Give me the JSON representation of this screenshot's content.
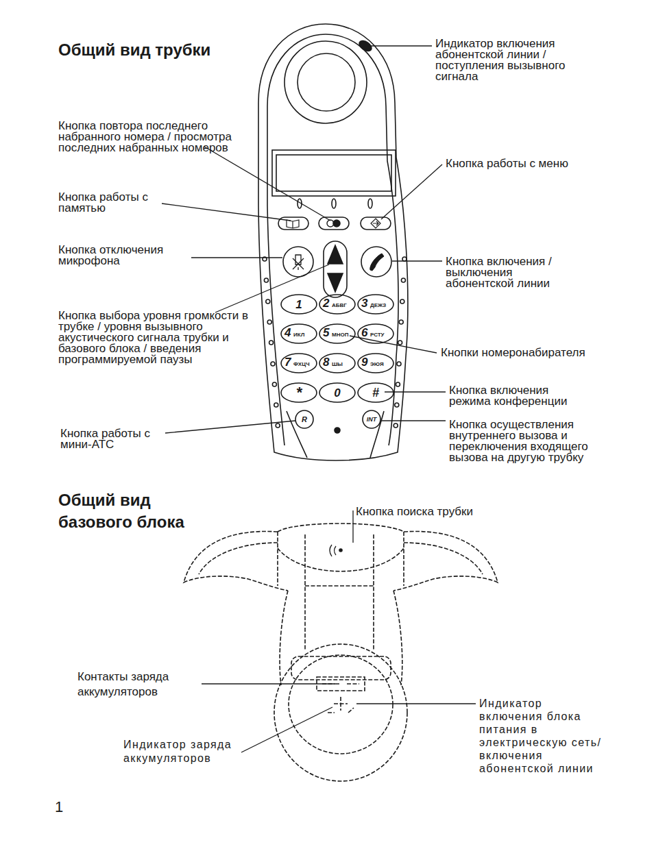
{
  "diagram": {
    "labels": [
      "Общий вид трубки",
      "Индикатор включения абонентской линии / поступления вызывного сигнала",
      "Кнопка повтора последнего набранного номера / просмотра последних набранных номеров",
      "Кнопка работы с памятью",
      "Кнопка работы с меню",
      "Кнопка отключения микрофона",
      "Кнопка включения / выключения абонентской линии",
      "Кнопка выбора уровня громкости в трубке / уровня вызывного акустического сигнала трубки и базового блока / введения программируемой паузы",
      "Кнопки номеронабирателя",
      "Кнопка включения режима конференции",
      "Кнопка работы с мини-АТС",
      "Кнопка осуществления внутреннего вызова и переключения входящего вызова на другую трубку",
      "1",
      "2",
      "АБВГ",
      "3",
      "ДЕЖЗ",
      "4",
      "ИКЛ",
      "5",
      "МНОП",
      "6",
      "РСТУ",
      "7",
      "ФХЦЧ",
      "8",
      "ШЫ",
      "9",
      "ЭЮЯ",
      "*",
      "0",
      "#",
      "R",
      "INT",
      "Общий вид базового блока",
      "Кнопка поиска трубки",
      "Контакты заряда аккумуляторов",
      "Индикатор включения блока питания в электрическую сеть/включения абонентской линии",
      "Индикатор заряда аккумуляторов",
      "1"
    ]
  }
}
